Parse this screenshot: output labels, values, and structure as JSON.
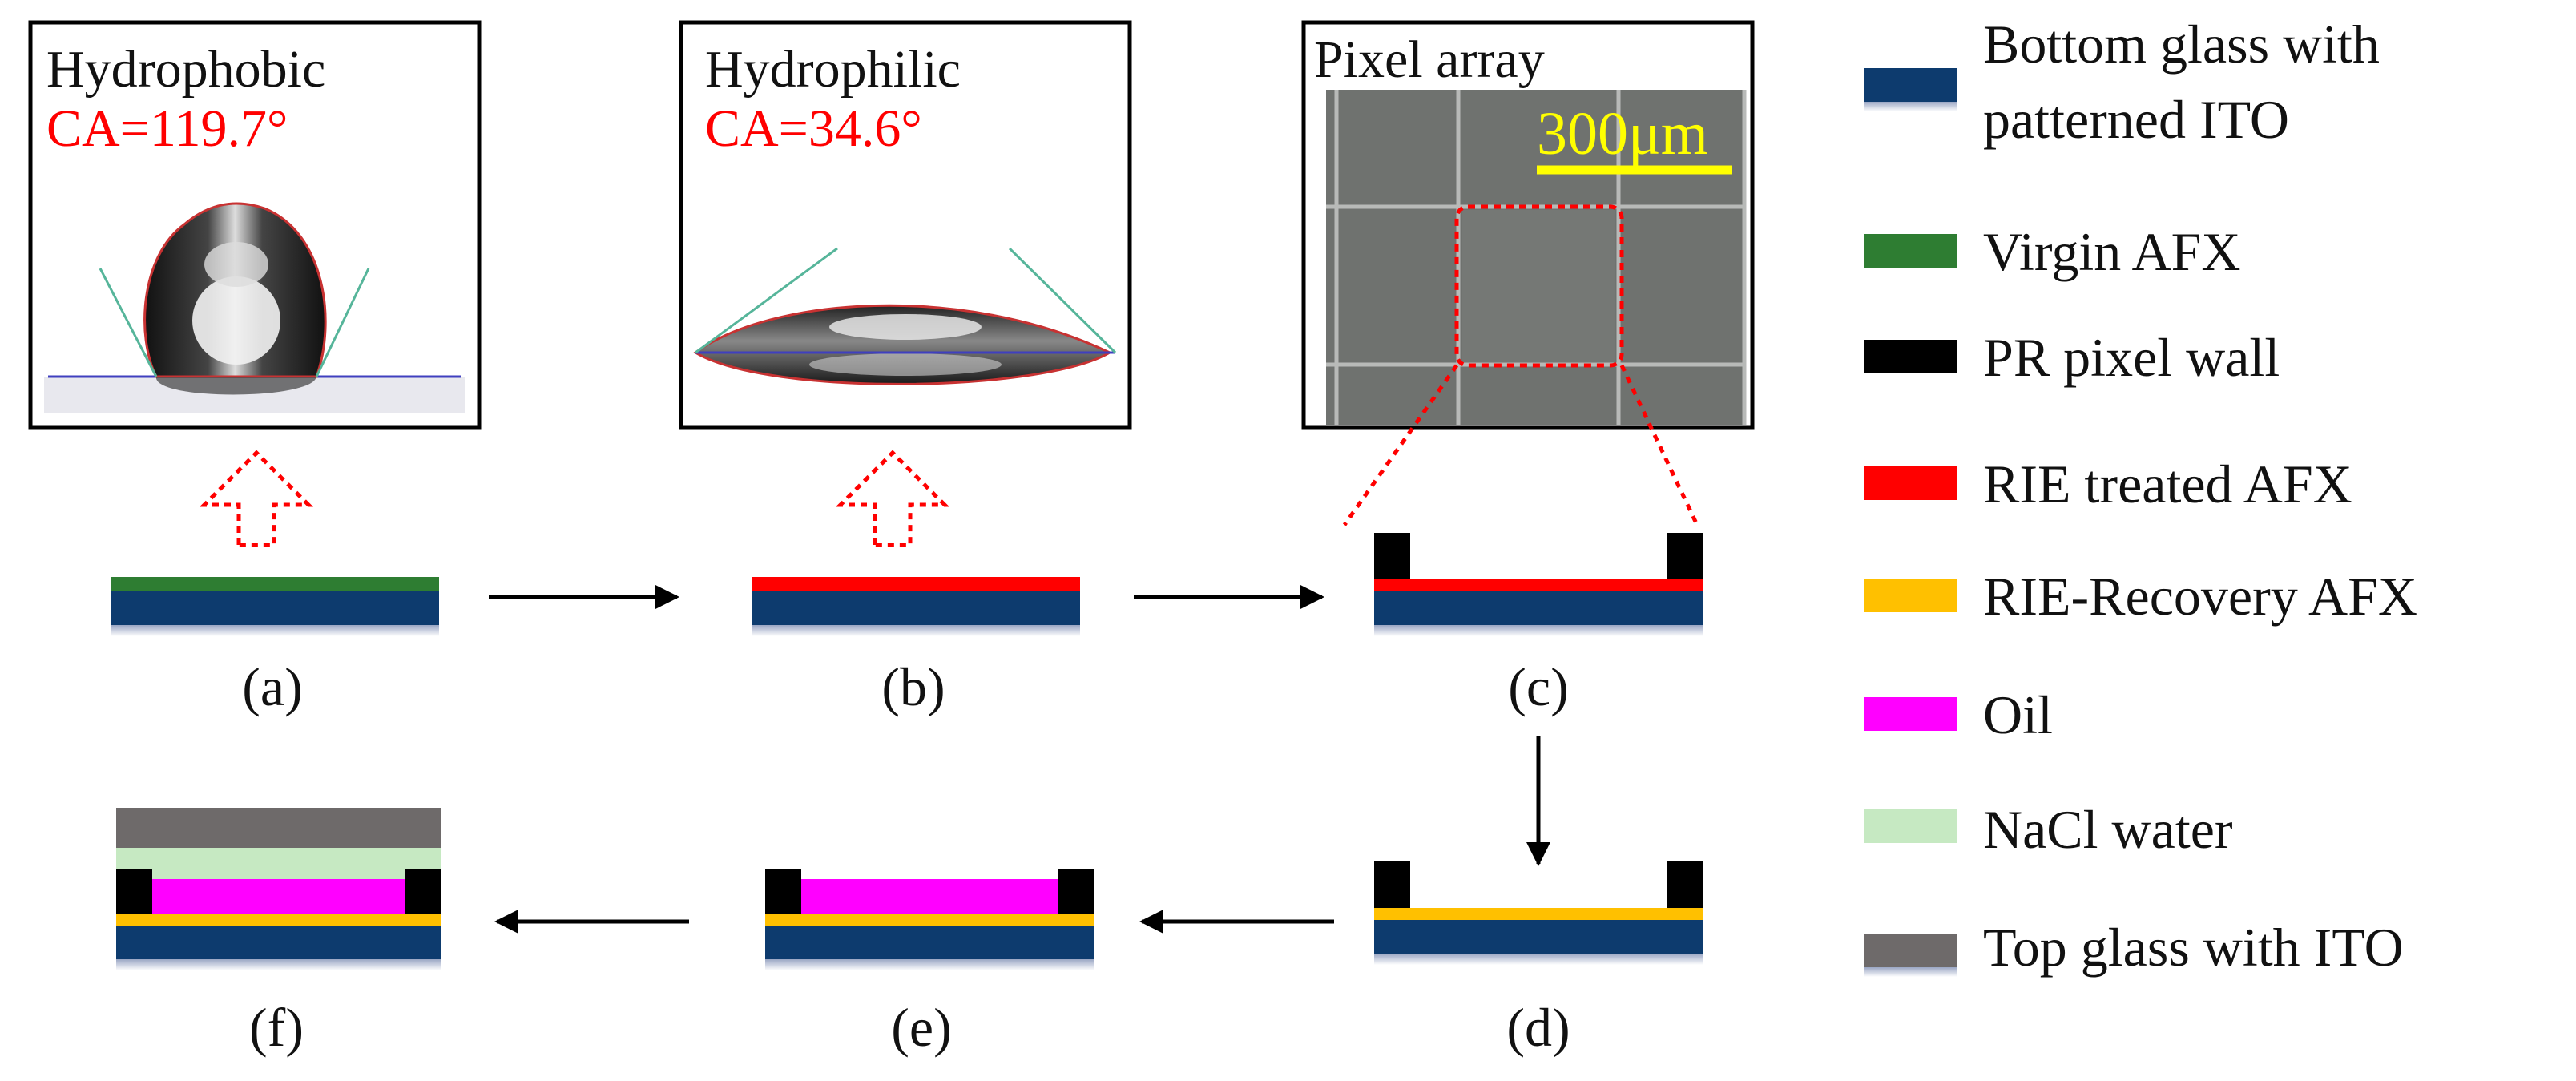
{
  "photos": {
    "hydrophobic": {
      "title": "Hydrophobic",
      "angle": "CA=119.7°"
    },
    "hydrophilic": {
      "title": "Hydrophilic",
      "angle": "CA=34.6°"
    },
    "pixel_array": {
      "title": "Pixel array",
      "scale": "300μm"
    }
  },
  "steps": [
    "(a)",
    "(b)",
    "(c)",
    "(d)",
    "(e)",
    "(f)"
  ],
  "legend": [
    {
      "label_lines": [
        "Bottom glass with",
        "patterned ITO"
      ],
      "color": "#0d3b6e"
    },
    {
      "label_lines": [
        "Virgin AFX"
      ],
      "color": "#2e7d32"
    },
    {
      "label_lines": [
        "PR pixel wall"
      ],
      "color": "#000000"
    },
    {
      "label_lines": [
        "RIE treated AFX"
      ],
      "color": "#ff0000"
    },
    {
      "label_lines": [
        "RIE-Recovery AFX"
      ],
      "color": "#ffc000"
    },
    {
      "label_lines": [
        "Oil"
      ],
      "color": "#ff00ff"
    },
    {
      "label_lines": [
        "NaCl water"
      ],
      "color": "#c6e9c2"
    },
    {
      "label_lines": [
        "Top glass with ITO"
      ],
      "color": "#6e6a6a"
    }
  ],
  "colors": {
    "annotation_red": "#ff0000",
    "scale_yellow": "#ffff00",
    "glass": "#0d3b6e",
    "virgin": "#2e7d32",
    "wall": "#000000",
    "rie": "#ff0000",
    "recovery": "#ffc000",
    "oil": "#ff00ff",
    "nacl": "#c6e9c2",
    "top_glass": "#6e6a6a"
  }
}
